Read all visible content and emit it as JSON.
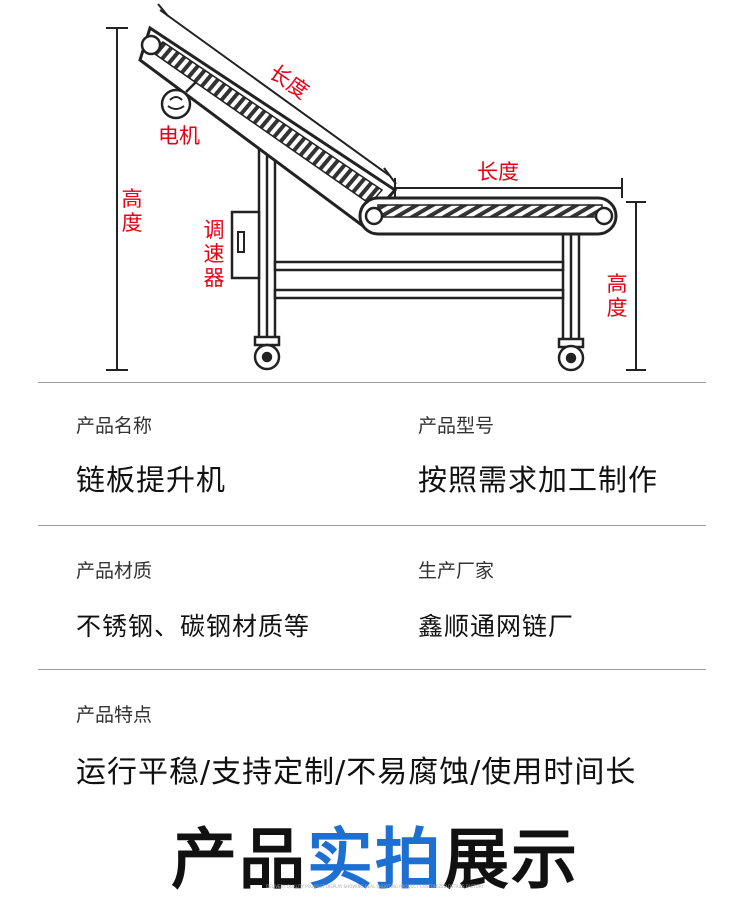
{
  "diagram": {
    "labels": {
      "incline_length": "长度",
      "flat_length": "长度",
      "motor": "电机",
      "overall_height": "高度",
      "speed_regulator": "调速器",
      "flat_height": "高度"
    },
    "accent_color": "#e60012"
  },
  "specs": [
    {
      "label": "产品名称",
      "value": "链板提升机"
    },
    {
      "label": "产品型号",
      "value": "按照需求加工制作"
    },
    {
      "label": "产品材质",
      "value": "不锈钢、碳钢材质等"
    },
    {
      "label": "生产厂家",
      "value": "鑫顺通网链厂"
    }
  ],
  "features": {
    "label": "产品特点",
    "value": "运行平稳/支持定制/不易腐蚀/使用时间长"
  },
  "footer": {
    "heading_part1": "产品",
    "heading_accent": "实拍",
    "heading_part2": "展示",
    "accent_color": "#1d6fd1",
    "fine_print": "DELIVERY QUALITY PRODUCT DISPLAY SHOWING REAL SHOOTING PRODUCT CUSTOMIZED DETAILS FACTORY"
  }
}
